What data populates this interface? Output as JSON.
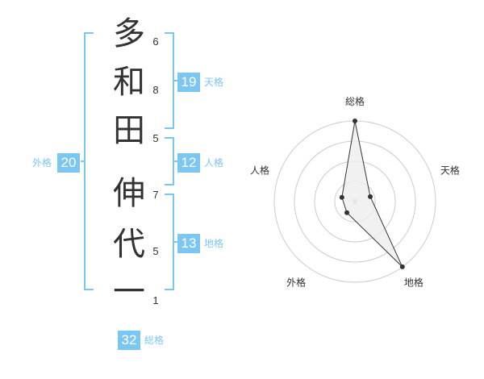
{
  "name_chars": [
    {
      "char": "多",
      "strokes": "6"
    },
    {
      "char": "和",
      "strokes": "8"
    },
    {
      "char": "田",
      "strokes": "5"
    },
    {
      "char": "伸",
      "strokes": "7"
    },
    {
      "char": "代",
      "strokes": "5"
    },
    {
      "char": "一",
      "strokes": "1"
    }
  ],
  "fortune": {
    "tenkaku": {
      "value": "19",
      "label": "天格"
    },
    "jinkaku": {
      "value": "12",
      "label": "人格"
    },
    "chikaku": {
      "value": "13",
      "label": "地格"
    },
    "gaikaku": {
      "value": "20",
      "label": "外格"
    },
    "soukaku": {
      "value": "32",
      "label": "総格"
    }
  },
  "colors": {
    "accent": "#7cc7f1",
    "text": "#333333",
    "radar_fill": "#eeeeee",
    "ring": "#cccccc"
  },
  "chart_data": {
    "type": "radar",
    "axes": [
      "総格",
      "天格",
      "地格",
      "外格",
      "人格"
    ],
    "values": [
      1.0,
      0.2,
      1.0,
      0.17,
      0.17
    ],
    "rings": 4,
    "range": [
      0,
      1
    ]
  }
}
